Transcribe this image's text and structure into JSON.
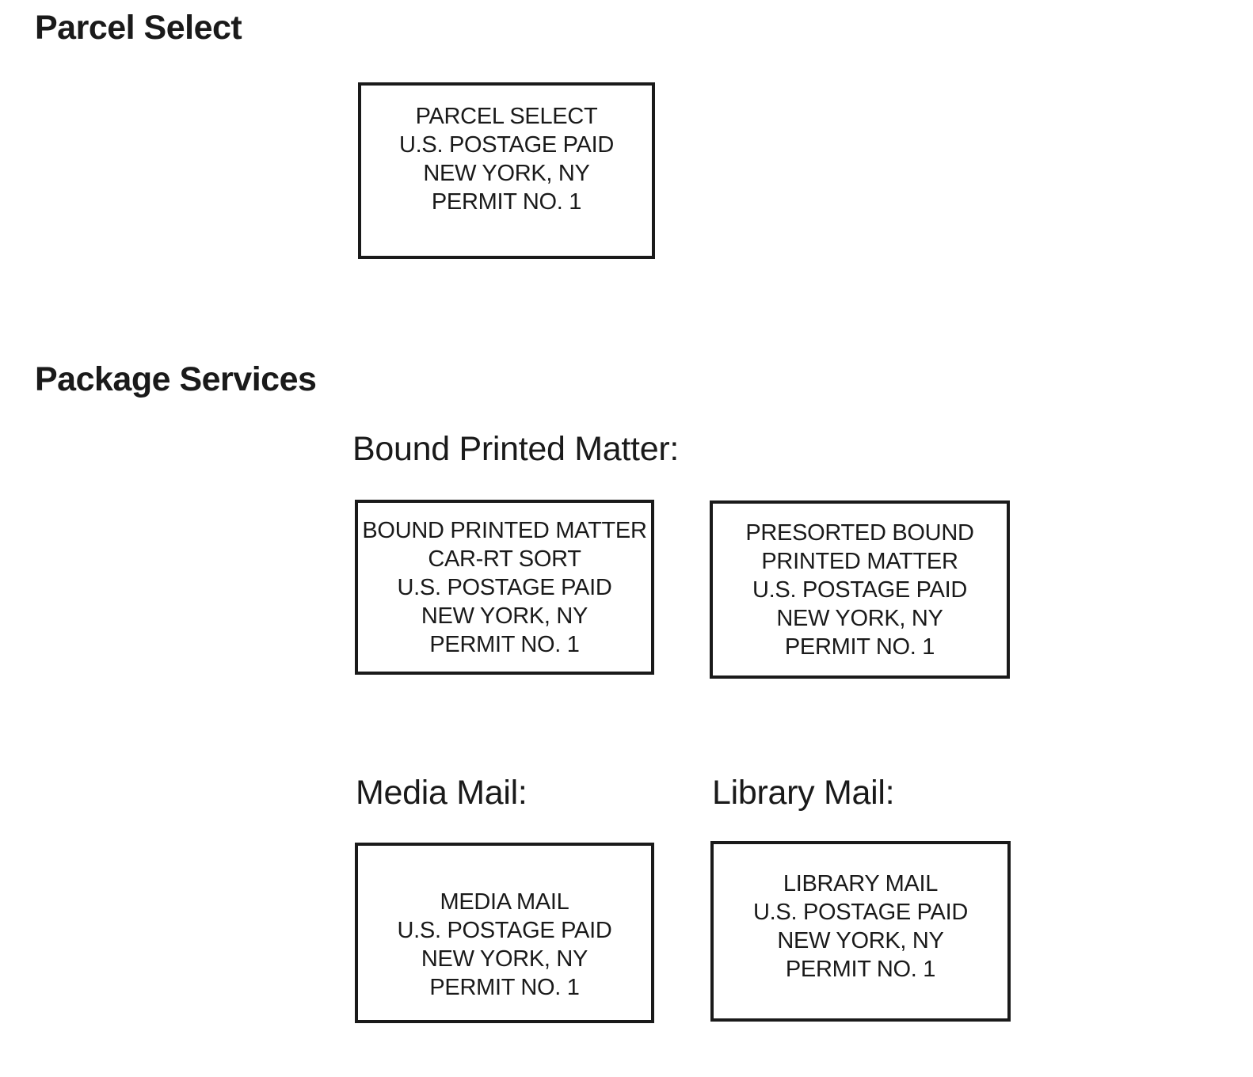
{
  "page": {
    "background_color": "#ffffff",
    "text_color": "#1a1a1a"
  },
  "sections": {
    "parcel_select": {
      "heading": "Parcel Select"
    },
    "package_services": {
      "heading": "Package Services",
      "subheadings": {
        "bound_printed_matter": "Bound Printed Matter:",
        "media_mail": "Media Mail:",
        "library_mail": "Library Mail:"
      }
    }
  },
  "indicia": {
    "parcel_select": {
      "lines": [
        "PARCEL SELECT",
        "U.S. POSTAGE PAID",
        "NEW YORK, NY",
        "PERMIT NO. 1"
      ]
    },
    "bound_printed_matter_carrt": {
      "lines": [
        "BOUND PRINTED MATTER",
        "CAR-RT SORT",
        "U.S. POSTAGE PAID",
        "NEW YORK, NY",
        "PERMIT NO. 1"
      ]
    },
    "presorted_bound_printed_matter": {
      "lines": [
        "PRESORTED BOUND",
        "PRINTED MATTER",
        "U.S. POSTAGE PAID",
        "NEW YORK, NY",
        "PERMIT NO. 1"
      ]
    },
    "media_mail": {
      "lines": [
        "MEDIA MAIL",
        "U.S. POSTAGE PAID",
        "NEW YORK, NY",
        "PERMIT NO. 1"
      ]
    },
    "library_mail": {
      "lines": [
        "LIBRARY MAIL",
        "U.S. POSTAGE PAID",
        "NEW YORK, NY",
        "PERMIT NO. 1"
      ]
    }
  }
}
